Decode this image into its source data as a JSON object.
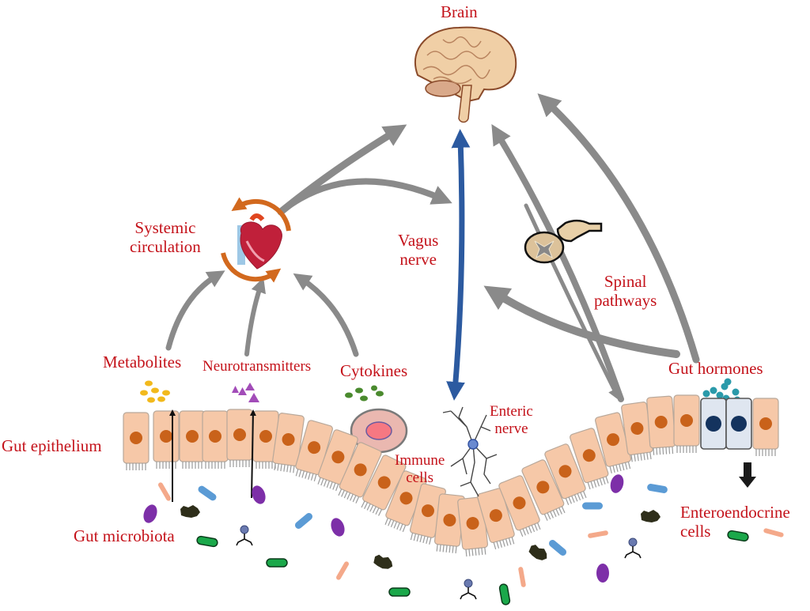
{
  "title": "Gut-brain axis communication pathways",
  "colors": {
    "label": "#c4121a",
    "vagus": "#2c5aa0",
    "pathway_arrow": "#8a8a8a",
    "cell_body": "#f6c8a8",
    "cell_outline": "#b8a89a",
    "nucleus": "#c9621a",
    "enteroendocrine_body": "#dfe6f0",
    "enteroendocrine_nucleus": "#14335e",
    "circulation_ring": "#d2691e"
  },
  "labels": {
    "brain": "Brain",
    "systemic_circulation": [
      "Systemic",
      "circulation"
    ],
    "vagus_nerve": [
      "Vagus",
      "nerve"
    ],
    "spinal_pathways": [
      "Spinal",
      "pathways"
    ],
    "metabolites": "Metabolites",
    "neurotransmitters": "Neurotransmitters",
    "cytokines": "Cytokines",
    "gut_hormones": "Gut hormones",
    "gut_epithelium": "Gut epithelium",
    "immune_cells": [
      "Immune",
      "cells"
    ],
    "enteric_nerve": [
      "Enteric",
      "nerve"
    ],
    "enteroendocrine_cells": [
      "Enteroendocrine",
      "cells"
    ],
    "gut_microbiota": "Gut microbiota"
  },
  "icons": {
    "brain": "brain-icon",
    "heart": "heart-icon",
    "spinal_cord": "spinal-cord-icon",
    "neuron": "enteric-neuron-icon",
    "immune_cell": "immune-cell-icon",
    "bacteria": "bacteria-icon",
    "bacteriophage": "bacteriophage-icon"
  }
}
